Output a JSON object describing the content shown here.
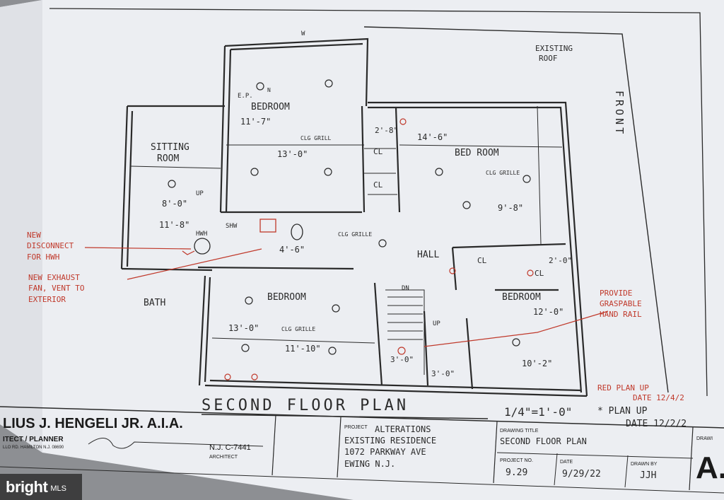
{
  "colors": {
    "paper": "#eceef2",
    "ink": "#2a2a2a",
    "red_ink": "#c0392b",
    "background": "#8d8f93"
  },
  "plan": {
    "title": "SECOND  FLOOR  PLAN",
    "scale": "1/4\"=1'-0\"",
    "existing_roof": [
      "EXISTING",
      "ROOF"
    ],
    "front": "FRONT",
    "rooms": [
      {
        "label": [
          "BEDROOM"
        ],
        "dims": "11'-7\"",
        "dims2": "13'-0\""
      },
      {
        "label": [
          "SITTING",
          "ROOM"
        ],
        "dims": "8'-0\"",
        "dims2": "11'-8\""
      },
      {
        "label": [
          "BED ROOM"
        ],
        "dims": "14'-6\"",
        "dims2": "9'-8\""
      },
      {
        "label": [
          "BEDROOM"
        ],
        "dims": "13'-0\"",
        "dims2": "11'-10\""
      },
      {
        "label": [
          "BEDROOM"
        ],
        "dims": "12'-0\"",
        "dims2": "10'-2\""
      },
      {
        "label": [
          "BATH"
        ]
      },
      {
        "label": [
          "HALL"
        ]
      }
    ],
    "misc_labels": [
      "CL",
      "CL",
      "CL",
      "CL",
      "2'-8\"",
      "2'-0\"",
      "4'-6\"",
      "3'-0\"",
      "3'-0\"",
      "HWH",
      "SHW",
      "CLG GRILL",
      "CLG GRILLE",
      "CLG GRILLE",
      "CLG GRILLE",
      "E.P.",
      "UP",
      "DN",
      "UP",
      "W",
      "N"
    ]
  },
  "annotations": {
    "new_disconnect": [
      "NEW",
      "DISCONNECT",
      "FOR HWH"
    ],
    "exhaust_fan": [
      "NEW EXHAUST",
      "FAN, VENT TO",
      "EXTERIOR"
    ],
    "grab_rail": [
      "PROVIDE",
      "GRASPABLE",
      "HAND RAIL"
    ],
    "red_plan": [
      "RED  PLAN  UP",
      "DATE 12/4/2"
    ],
    "black_plan": [
      "* PLAN UP",
      "DATE 12/2/2"
    ]
  },
  "title_block": {
    "architect_name": "LIUS J. HENGELI JR. A.I.A.",
    "architect_title": "ITECT / PLANNER",
    "address": "LLO RD. HAMILTON N.J. 08690",
    "license": "N.J. C-7441",
    "license_sub": "ARCHITECT",
    "project_label": "PROJECT",
    "project_lines": [
      "ALTERATIONS",
      "EXISTING RESIDENCE",
      "1072 PARKWAY   AVE",
      "EWING          N.J."
    ],
    "drawing_title_label": "DRAWING TITLE",
    "drawing_title": "SECOND  FLOOR  PLAN",
    "project_no_label": "PROJECT NO.",
    "project_no": "9.29",
    "date_label": "DATE",
    "date": "9/29/22",
    "drawn_by_label": "DRAWN BY",
    "drawn_by": "JJH",
    "drawing_no_label": "DRAWI",
    "drawing_no": "A."
  },
  "watermark": {
    "logo": "bright",
    "suffix": "MLS"
  }
}
